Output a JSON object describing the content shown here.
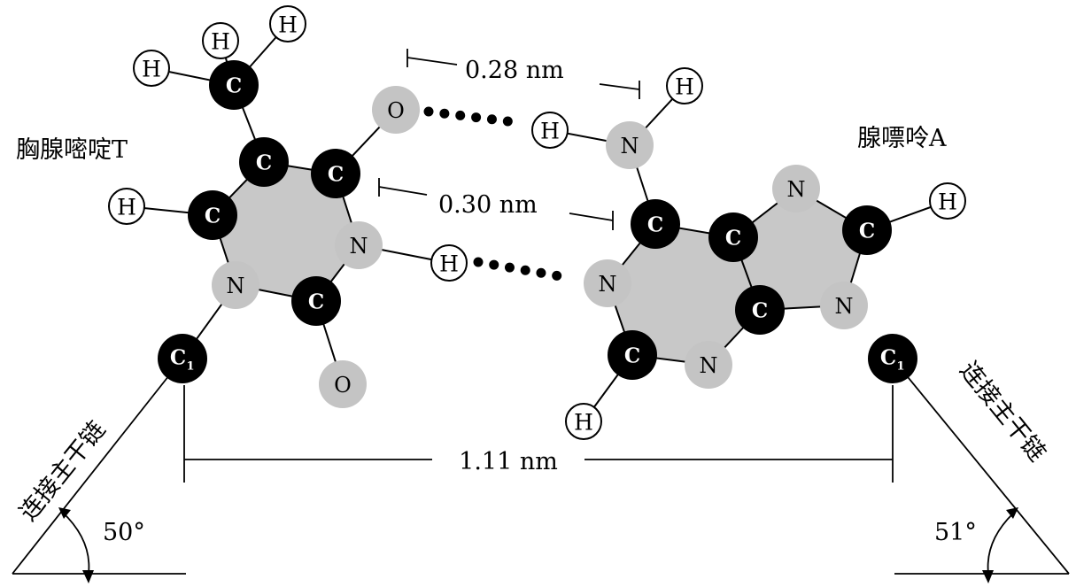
{
  "molecules": {
    "thymine": "胸腺嘧啶T",
    "adenine": "腺嘌呤A"
  },
  "measurements": {
    "hbond_top": "0.28 nm",
    "hbond_middle": "0.30 nm",
    "c1_distance": "1.11 nm"
  },
  "backbone": {
    "left_label": "连接主干链",
    "right_label": "连接主干链",
    "left_angle": "50°",
    "right_angle": "51°"
  },
  "atoms": {
    "carbon": "C",
    "nitrogen": "N",
    "oxygen": "O",
    "hydrogen": "H",
    "c1": "C",
    "c1_subscript": "1"
  }
}
